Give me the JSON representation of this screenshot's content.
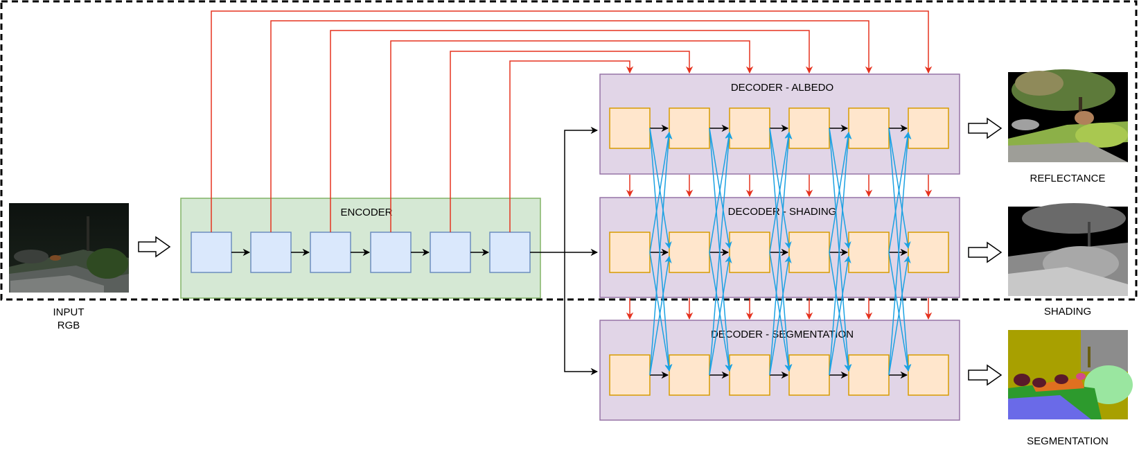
{
  "labels": {
    "input_line1": "INPUT",
    "input_line2": "RGB",
    "encoder": "ENCODER",
    "decoder_albedo": "DECODER - ALBEDO",
    "decoder_shading": "DECODER - SHADING",
    "decoder_segmentation": "DECODER - SEGMENTATION",
    "output_reflectance": "REFLECTANCE",
    "output_shading": "SHADING",
    "output_segmentation": "SEGMENTATION"
  },
  "encoder_block_count": 6,
  "decoder_block_count": 6,
  "colors": {
    "encoder_fill": "#d5e8d4",
    "encoder_border": "#82b366",
    "encoder_block_fill": "#dae8fc",
    "encoder_block_border": "#6c8ebf",
    "decoder_fill": "#e1d5e7",
    "decoder_border": "#9673a6",
    "decoder_block_fill": "#ffe6cc",
    "decoder_block_border": "#d79b00",
    "skip_arrow": "#e5321f",
    "cross_arrow": "#1ba1e2",
    "flow_arrow": "#000000"
  }
}
